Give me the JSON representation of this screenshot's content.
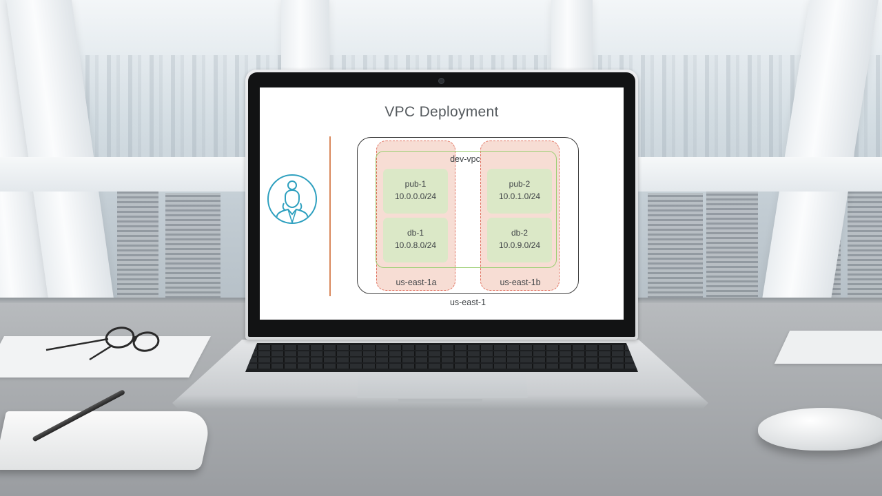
{
  "slide": {
    "title": "VPC Deployment",
    "vpc_label": "dev-vpc",
    "region_label": "us-east-1",
    "availability_zones": [
      {
        "label": "us-east-1a"
      },
      {
        "label": "us-east-1b"
      }
    ],
    "subnets": [
      {
        "name": "pub-1",
        "cidr": "10.0.0.0/24"
      },
      {
        "name": "pub-2",
        "cidr": "10.0.1.0/24"
      },
      {
        "name": "db-1",
        "cidr": "10.0.8.0/24"
      },
      {
        "name": "db-2",
        "cidr": "10.0.9.0/24"
      }
    ]
  },
  "colors": {
    "vpc_border": "#9bcf72",
    "subnet_fill": "#dbe8c7",
    "az_fill": "#f7ddd4",
    "az_border": "#e06e5c",
    "avatar_accent": "#2ea0bf",
    "divider": "#d9875a"
  },
  "icons": {
    "avatar": "user-avatar-icon"
  }
}
